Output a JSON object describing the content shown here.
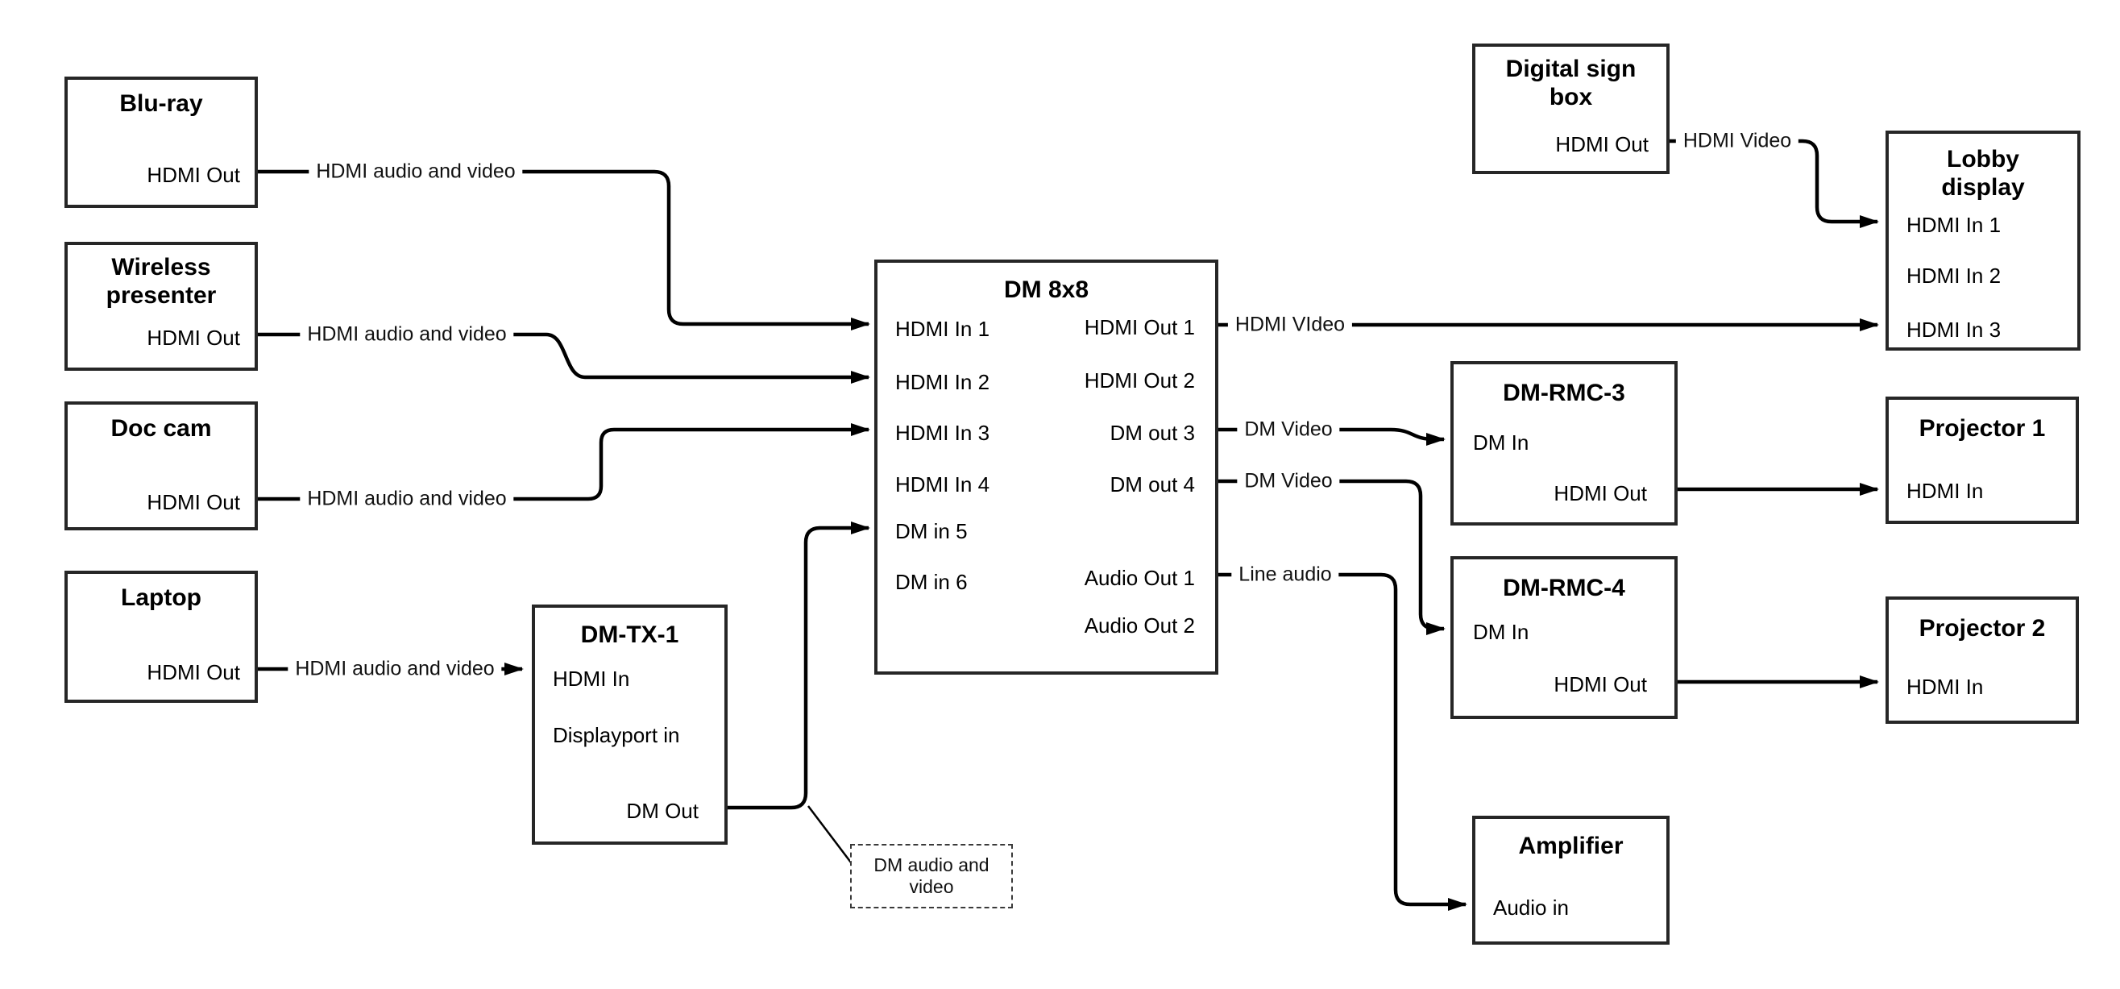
{
  "diagram": {
    "background_color": "#ffffff",
    "wire_color": "#000000",
    "box_border_color": "#262626"
  },
  "nodes": {
    "bluray": {
      "title": "Blu-ray",
      "ports": {
        "out": "HDMI Out"
      }
    },
    "wireless": {
      "title": "Wireless presenter",
      "ports": {
        "out": "HDMI Out"
      }
    },
    "doccam": {
      "title": "Doc cam",
      "ports": {
        "out": "HDMI Out"
      }
    },
    "laptop": {
      "title": "Laptop",
      "ports": {
        "out": "HDMI Out"
      }
    },
    "dmtx1": {
      "title": "DM-TX-1",
      "ports": {
        "hdmi_in": "HDMI In",
        "dp_in": "Displayport in",
        "dm_out": "DM Out"
      }
    },
    "dm8x8": {
      "title": "DM 8x8",
      "inputs": [
        "HDMI In 1",
        "HDMI In 2",
        "HDMI In 3",
        "HDMI In 4",
        "DM in 5",
        "DM in 6"
      ],
      "outputs": [
        "HDMI Out 1",
        "HDMI Out 2",
        "DM out 3",
        "DM out 4",
        "Audio Out 1",
        "Audio Out 2"
      ]
    },
    "digital_sign": {
      "title": "Digital sign box",
      "ports": {
        "out": "HDMI Out"
      }
    },
    "lobby": {
      "title": "Lobby display",
      "inputs": [
        "HDMI In 1",
        "HDMI In 2",
        "HDMI In 3"
      ]
    },
    "dmrmc3": {
      "title": "DM-RMC-3",
      "ports": {
        "in": "DM In",
        "out": "HDMI Out"
      }
    },
    "proj1": {
      "title": "Projector 1",
      "ports": {
        "in": "HDMI In"
      }
    },
    "dmrmc4": {
      "title": "DM-RMC-4",
      "ports": {
        "in": "DM In",
        "out": "HDMI Out"
      }
    },
    "proj2": {
      "title": "Projector 2",
      "ports": {
        "in": "HDMI In"
      }
    },
    "amplifier": {
      "title": "Amplifier",
      "ports": {
        "in": "Audio in"
      }
    }
  },
  "links": {
    "bluray_to_dm8x8": "HDMI audio and video",
    "wireless_to_dm8x8": "HDMI audio and video",
    "doccam_to_dm8x8": "HDMI audio and video",
    "laptop_to_dmtx1": "HDMI audio and video",
    "hdmiout1_to_lobby": "HDMI VIdeo",
    "dmout3_to_rmc3": "DM Video",
    "dmout4_to_rmc4": "DM Video",
    "audioout1_to_amp": "Line audio",
    "digsign_to_lobby": "HDMI Video"
  },
  "note": {
    "line1": "DM audio and",
    "line2": "video"
  }
}
